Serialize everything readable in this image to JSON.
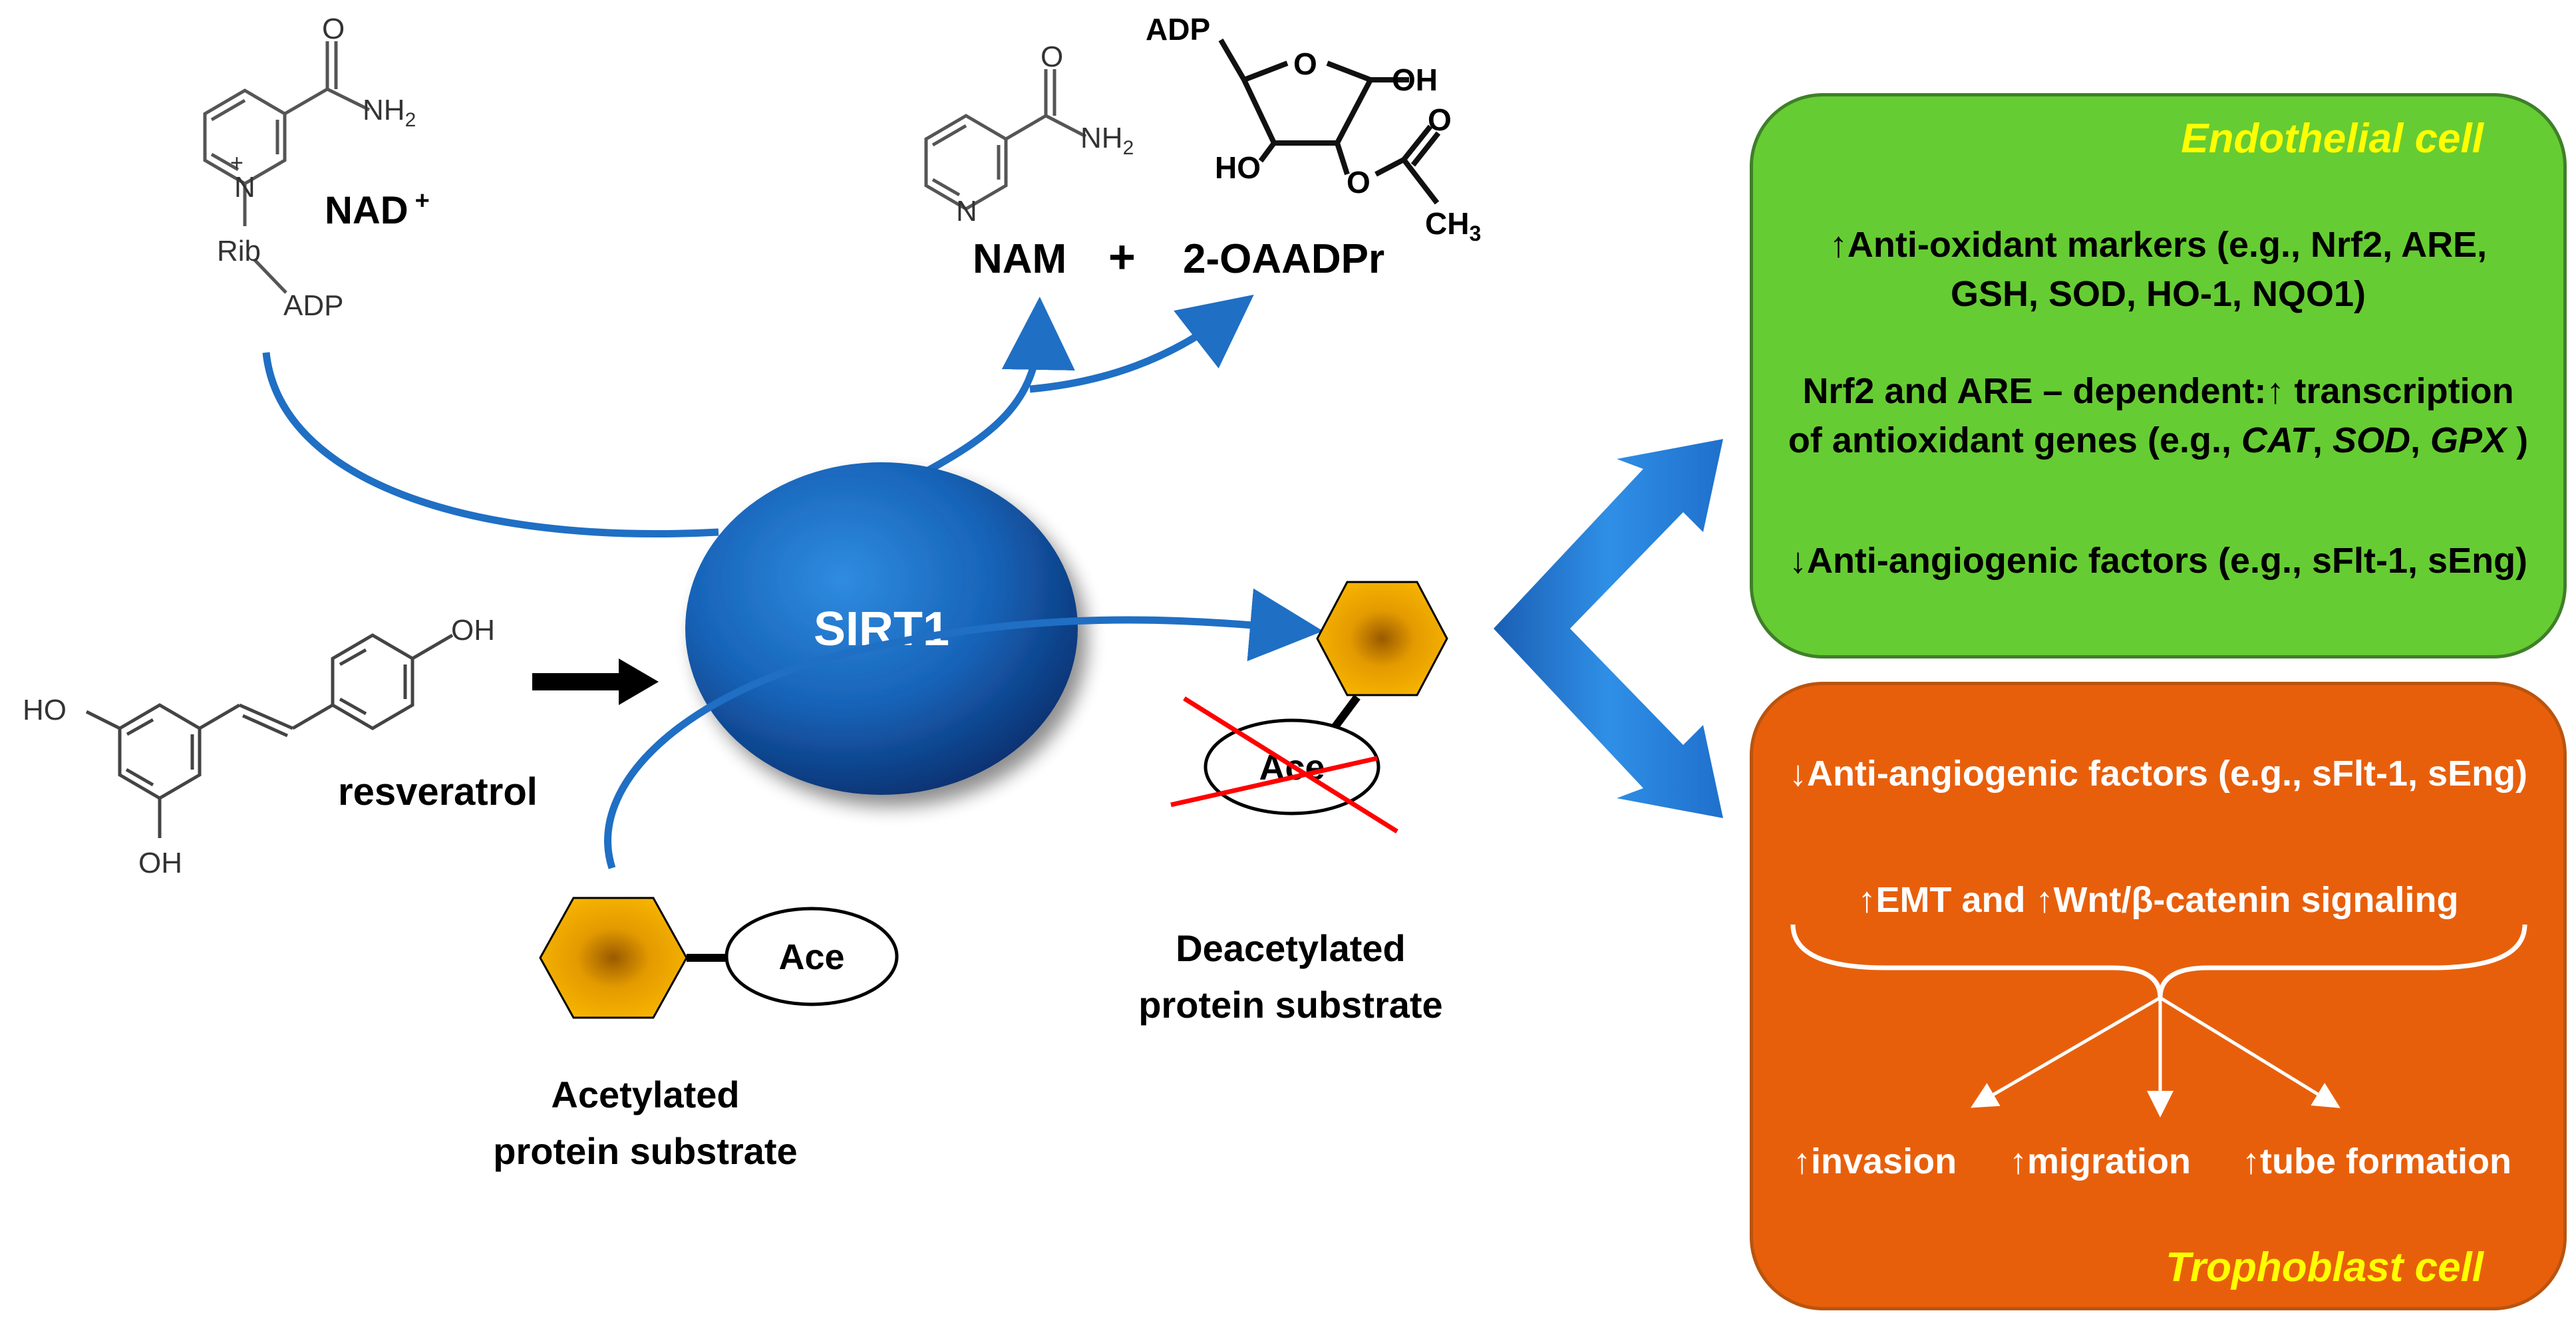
{
  "nad": {
    "label": "NAD",
    "superscript": "+",
    "amide_o": "O",
    "amide_nh2": "NH",
    "amide_sub": "2",
    "n_plus": "N",
    "n_charge": "+",
    "rib": "Rib",
    "adp": "ADP"
  },
  "nam": {
    "label": "NAM",
    "amide_o": "O",
    "amide_nh2": "NH",
    "amide_sub": "2",
    "ring_n": "N"
  },
  "plus": "+",
  "oaadpr": {
    "label": "2-OAADPr",
    "adp": "ADP",
    "ring_o": "O",
    "oh": "OH",
    "ho": "HO",
    "ester_o": "O",
    "carbonyl_o": "O",
    "ch3": "CH",
    "ch3_sub": "3"
  },
  "sirt1": {
    "label": "SIRT1"
  },
  "resveratrol": {
    "label": "resveratrol",
    "oh_top": "OH",
    "ho_left": "HO",
    "oh_bottom": "OH"
  },
  "acetylated": {
    "ace": "Ace",
    "line1": "Acetylated",
    "line2": "protein substrate"
  },
  "deacetylated": {
    "ace": "Ace",
    "line1": "Deacetylated",
    "line2": "protein substrate"
  },
  "endothelial": {
    "title": "Endothelial cell",
    "line1": "↑Anti-oxidant markers (e.g., Nrf2, ARE,",
    "line2": "GSH, SOD, HO-1, NQO1)",
    "line3": "Nrf2 and ARE – dependent:↑ transcription",
    "line4_pre": "of antioxidant genes (e.g., ",
    "gene1": "CAT",
    "gene2": "SOD",
    "gene3": "GPX",
    "sep": ", ",
    "line4_post": " )",
    "line5": "↓Anti-angiogenic factors (e.g., sFlt-1, sEng)"
  },
  "trophoblast": {
    "title": "Trophoblast cell",
    "line1": "↓Anti-angiogenic factors (e.g., sFlt-1, sEng)",
    "line2": "↑EMT and ↑Wnt/β-catenin signaling",
    "outcome1": "↑invasion",
    "outcome2": "↑migration",
    "outcome3": "↑tube formation"
  },
  "colors": {
    "arrow_blue": "#1f6fc4",
    "endothelial_green": "#66cc33",
    "trophoblast_orange": "#e85f0b",
    "title_yellow": "#ffff00",
    "hexagon_gold": "#f2a900",
    "cross_red": "#ff0000"
  }
}
